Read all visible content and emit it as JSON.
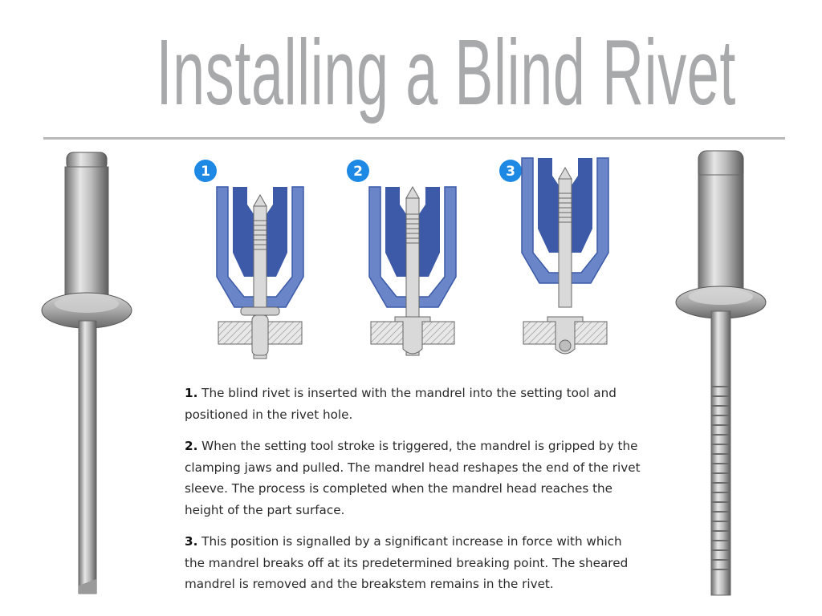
{
  "title": "Installing a Blind Rivet",
  "steps": [
    {
      "number": "1.",
      "text": "The blind rivet is inserted with the mandrel into the setting tool and positioned in the rivet hole."
    },
    {
      "number": "2.",
      "text": "When the setting tool stroke is triggered, the mandrel is gripped by the clamping jaws and pulled. The mandrel head reshapes the end of the rivet sleeve. The process is completed when the mandrel head reaches the height of the part surface."
    },
    {
      "number": "3.",
      "text": "This position is signalled by a significant increase in force with which the mandrel breaks off at its predetermined breaking point. The sheared mandrel is removed and the breakstem remains in the rivet."
    }
  ],
  "badges": [
    "1",
    "2",
    "3"
  ],
  "colors": {
    "title": "#a8a9ab",
    "tool_blue": "#6a86c8",
    "tool_dark": "#3c5aa8",
    "badge": "#1e88e5",
    "metal": "#b8b8b8"
  },
  "icons": [
    "rivet-photo-unset",
    "rivet-photo-set",
    "setting-tool-cross-section"
  ]
}
